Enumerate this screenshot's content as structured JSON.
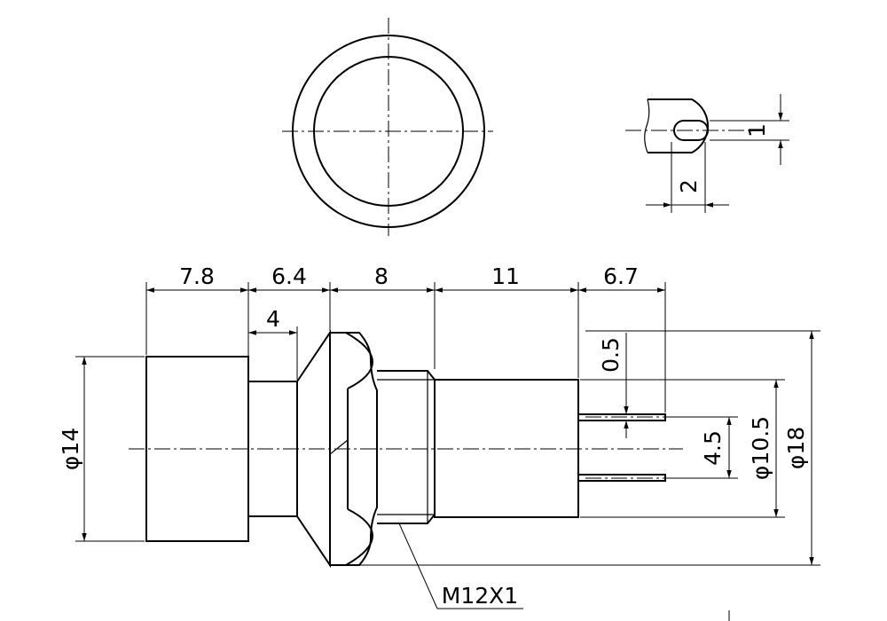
{
  "drawing": {
    "labels": {
      "len_cap": "7.8",
      "len_neck": "6.4",
      "len_nut": "8",
      "len_body": "11",
      "len_pin": "6.7",
      "len_cone": "4",
      "pin_thickness": "0.5",
      "pin_spacing": "4.5",
      "dia_body": "φ10.5",
      "dia_flange": "φ18",
      "dia_cap": "φ14",
      "thread": "M12X1",
      "tab_width": "2",
      "tab_hole": "1"
    }
  }
}
